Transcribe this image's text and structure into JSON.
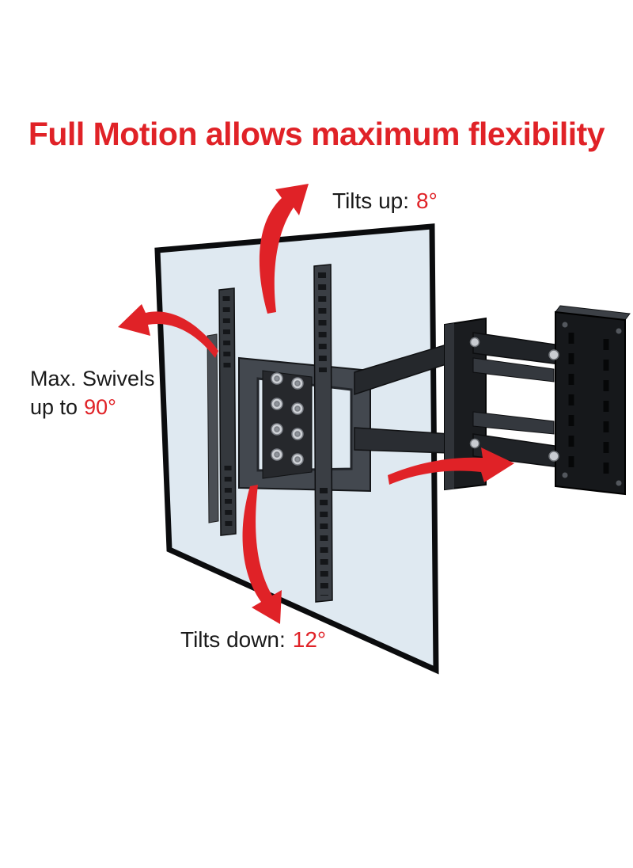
{
  "page": {
    "title": "Full Motion allows maximum flexibility"
  },
  "colors": {
    "accent_red": "#e02227",
    "screen_fill": "#dfe9f1",
    "bracket_dark": "#202327",
    "bolt_silver": "#c9ccd1"
  },
  "annotations": {
    "tilt_up": {
      "label": "Tilts up:",
      "value": "8°"
    },
    "swivel": {
      "line1": "Max. Swivels",
      "line2": "up to",
      "value": "90°"
    },
    "tilt_down": {
      "label": "Tilts down:",
      "value": "12°"
    }
  },
  "icons": {
    "tilt_up_arrow": "red curved arrow sweeping up toward tilt-up label",
    "swivel_arrow": "red curved arrow sweeping left for swivel range",
    "tilt_down_arrow": "red curved arrow sweeping down toward tilt-down label",
    "extend_arrow": "red curved arrow pointing right toward wall bracket"
  }
}
